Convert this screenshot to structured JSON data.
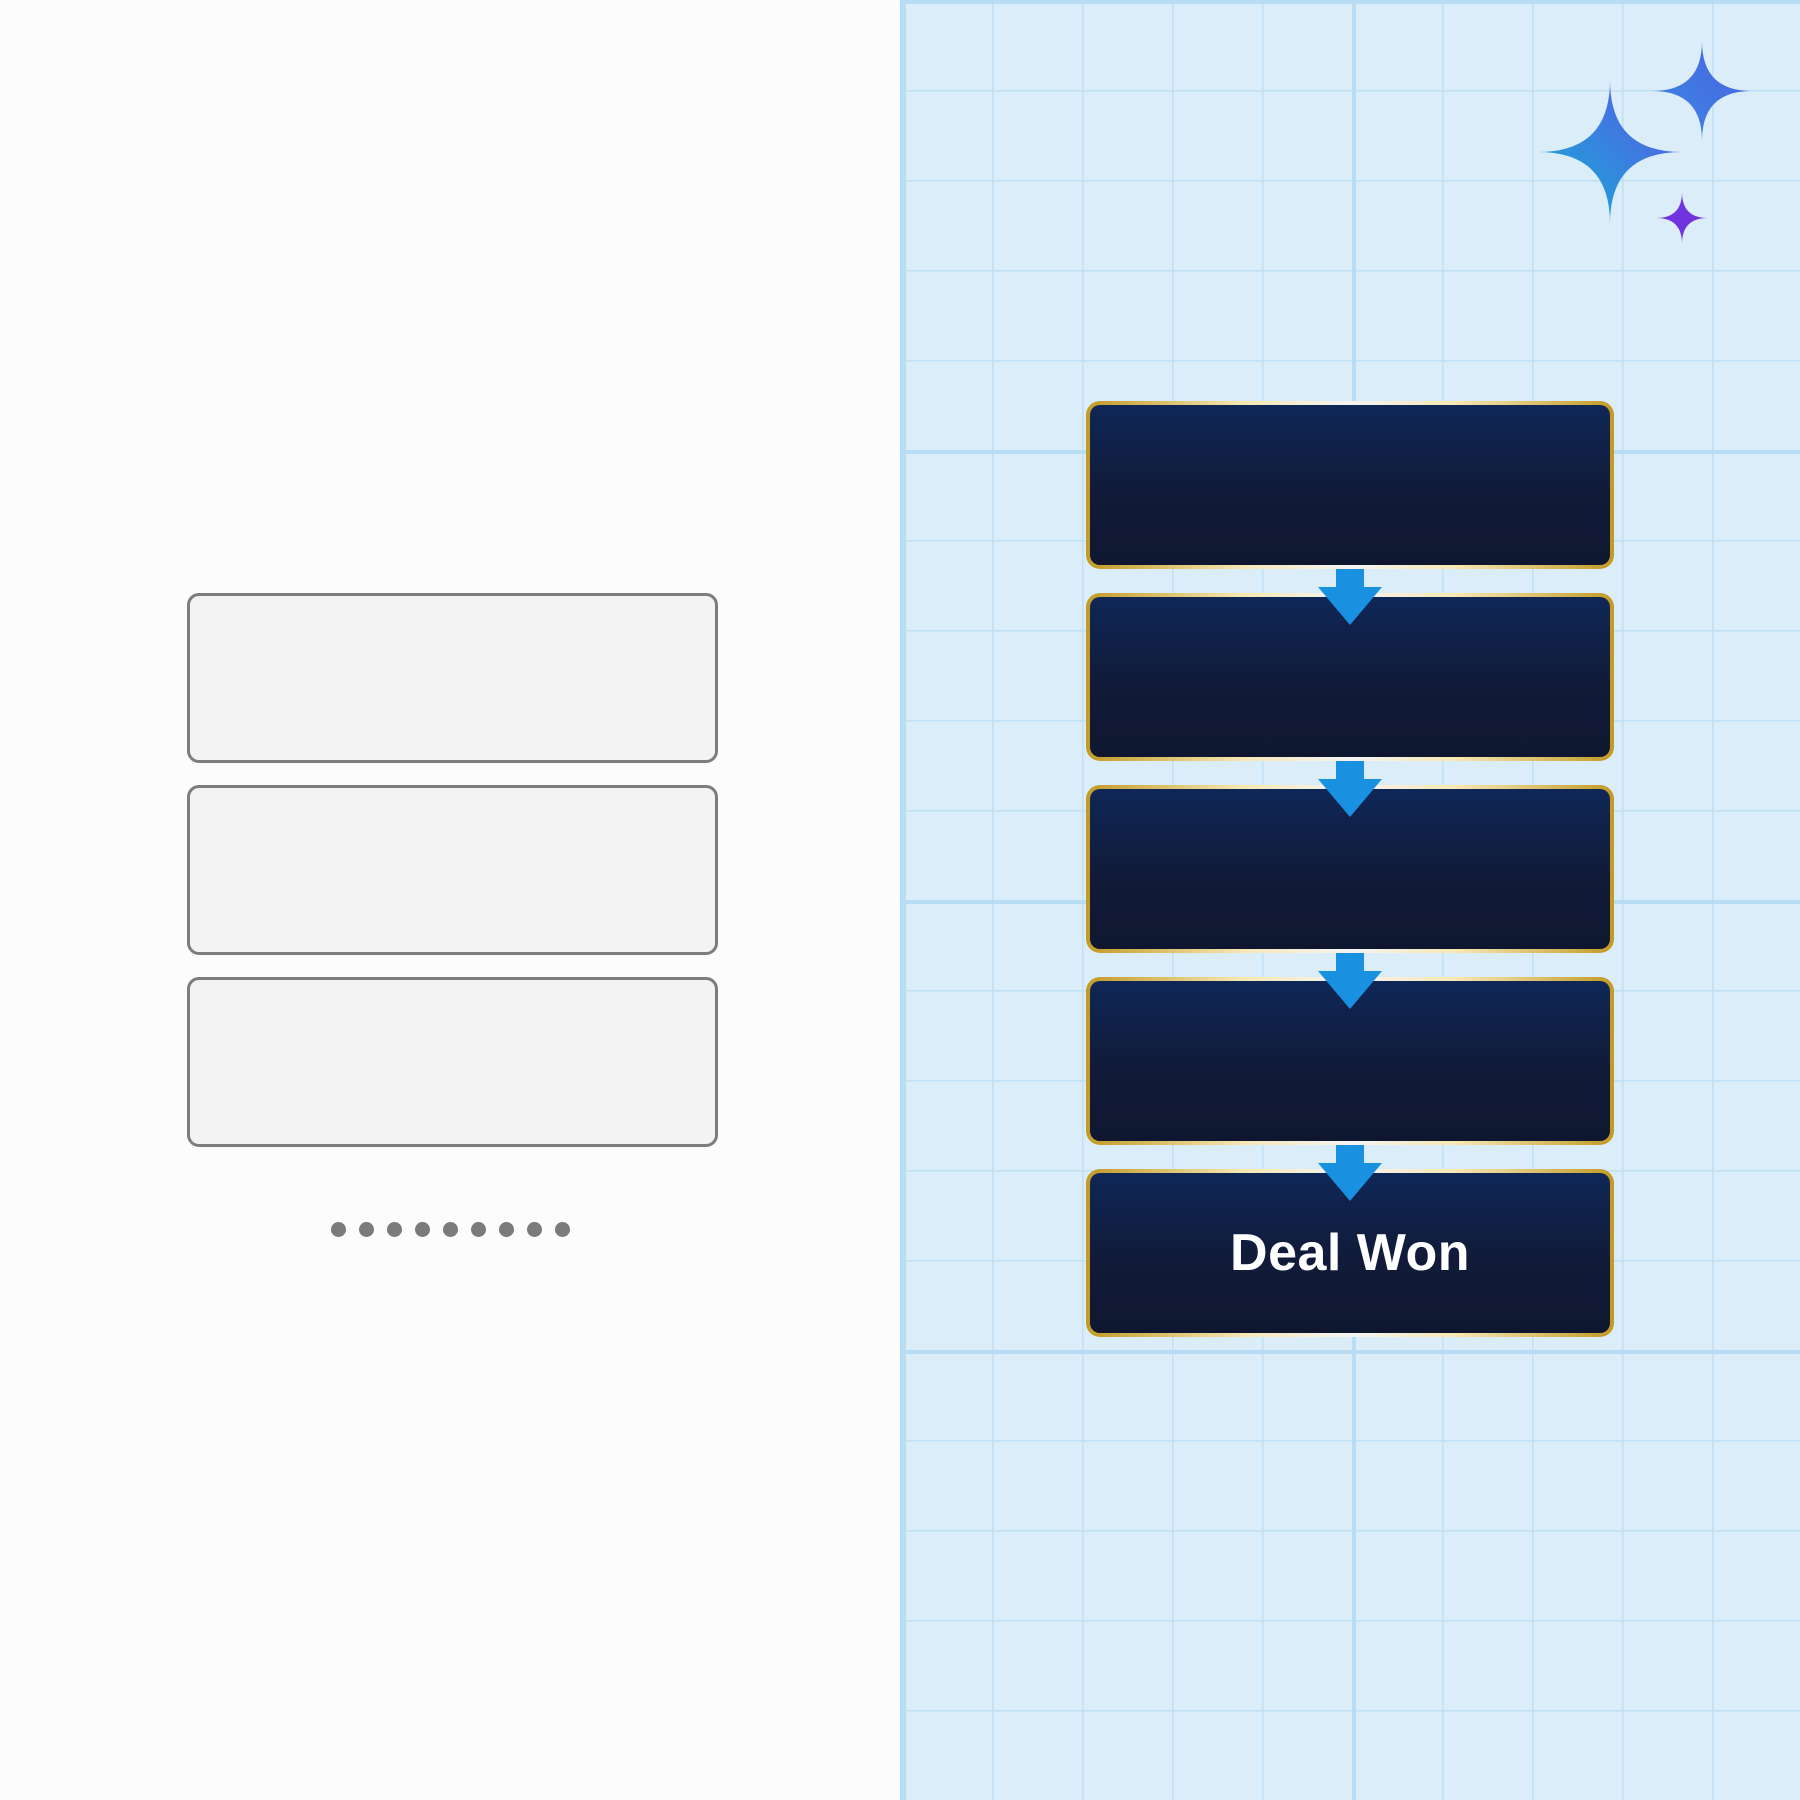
{
  "diagram": {
    "left": {
      "placeholder_cards": 3,
      "pagination_dots": 9
    },
    "right": {
      "stages": [
        {
          "label": ""
        },
        {
          "label": ""
        },
        {
          "label": ""
        },
        {
          "label": ""
        },
        {
          "label": "Deal Won"
        }
      ],
      "connector_color": "#1a91e0"
    },
    "colors": {
      "stage_fill": "#111a38",
      "stage_border": "#c29a25",
      "grid_background": "#dbedf8",
      "sparkle_blue": "#1e9fd8",
      "sparkle_purple": "#7133e0"
    },
    "icons": [
      "sparkles-icon",
      "arrow-down-icon"
    ]
  }
}
